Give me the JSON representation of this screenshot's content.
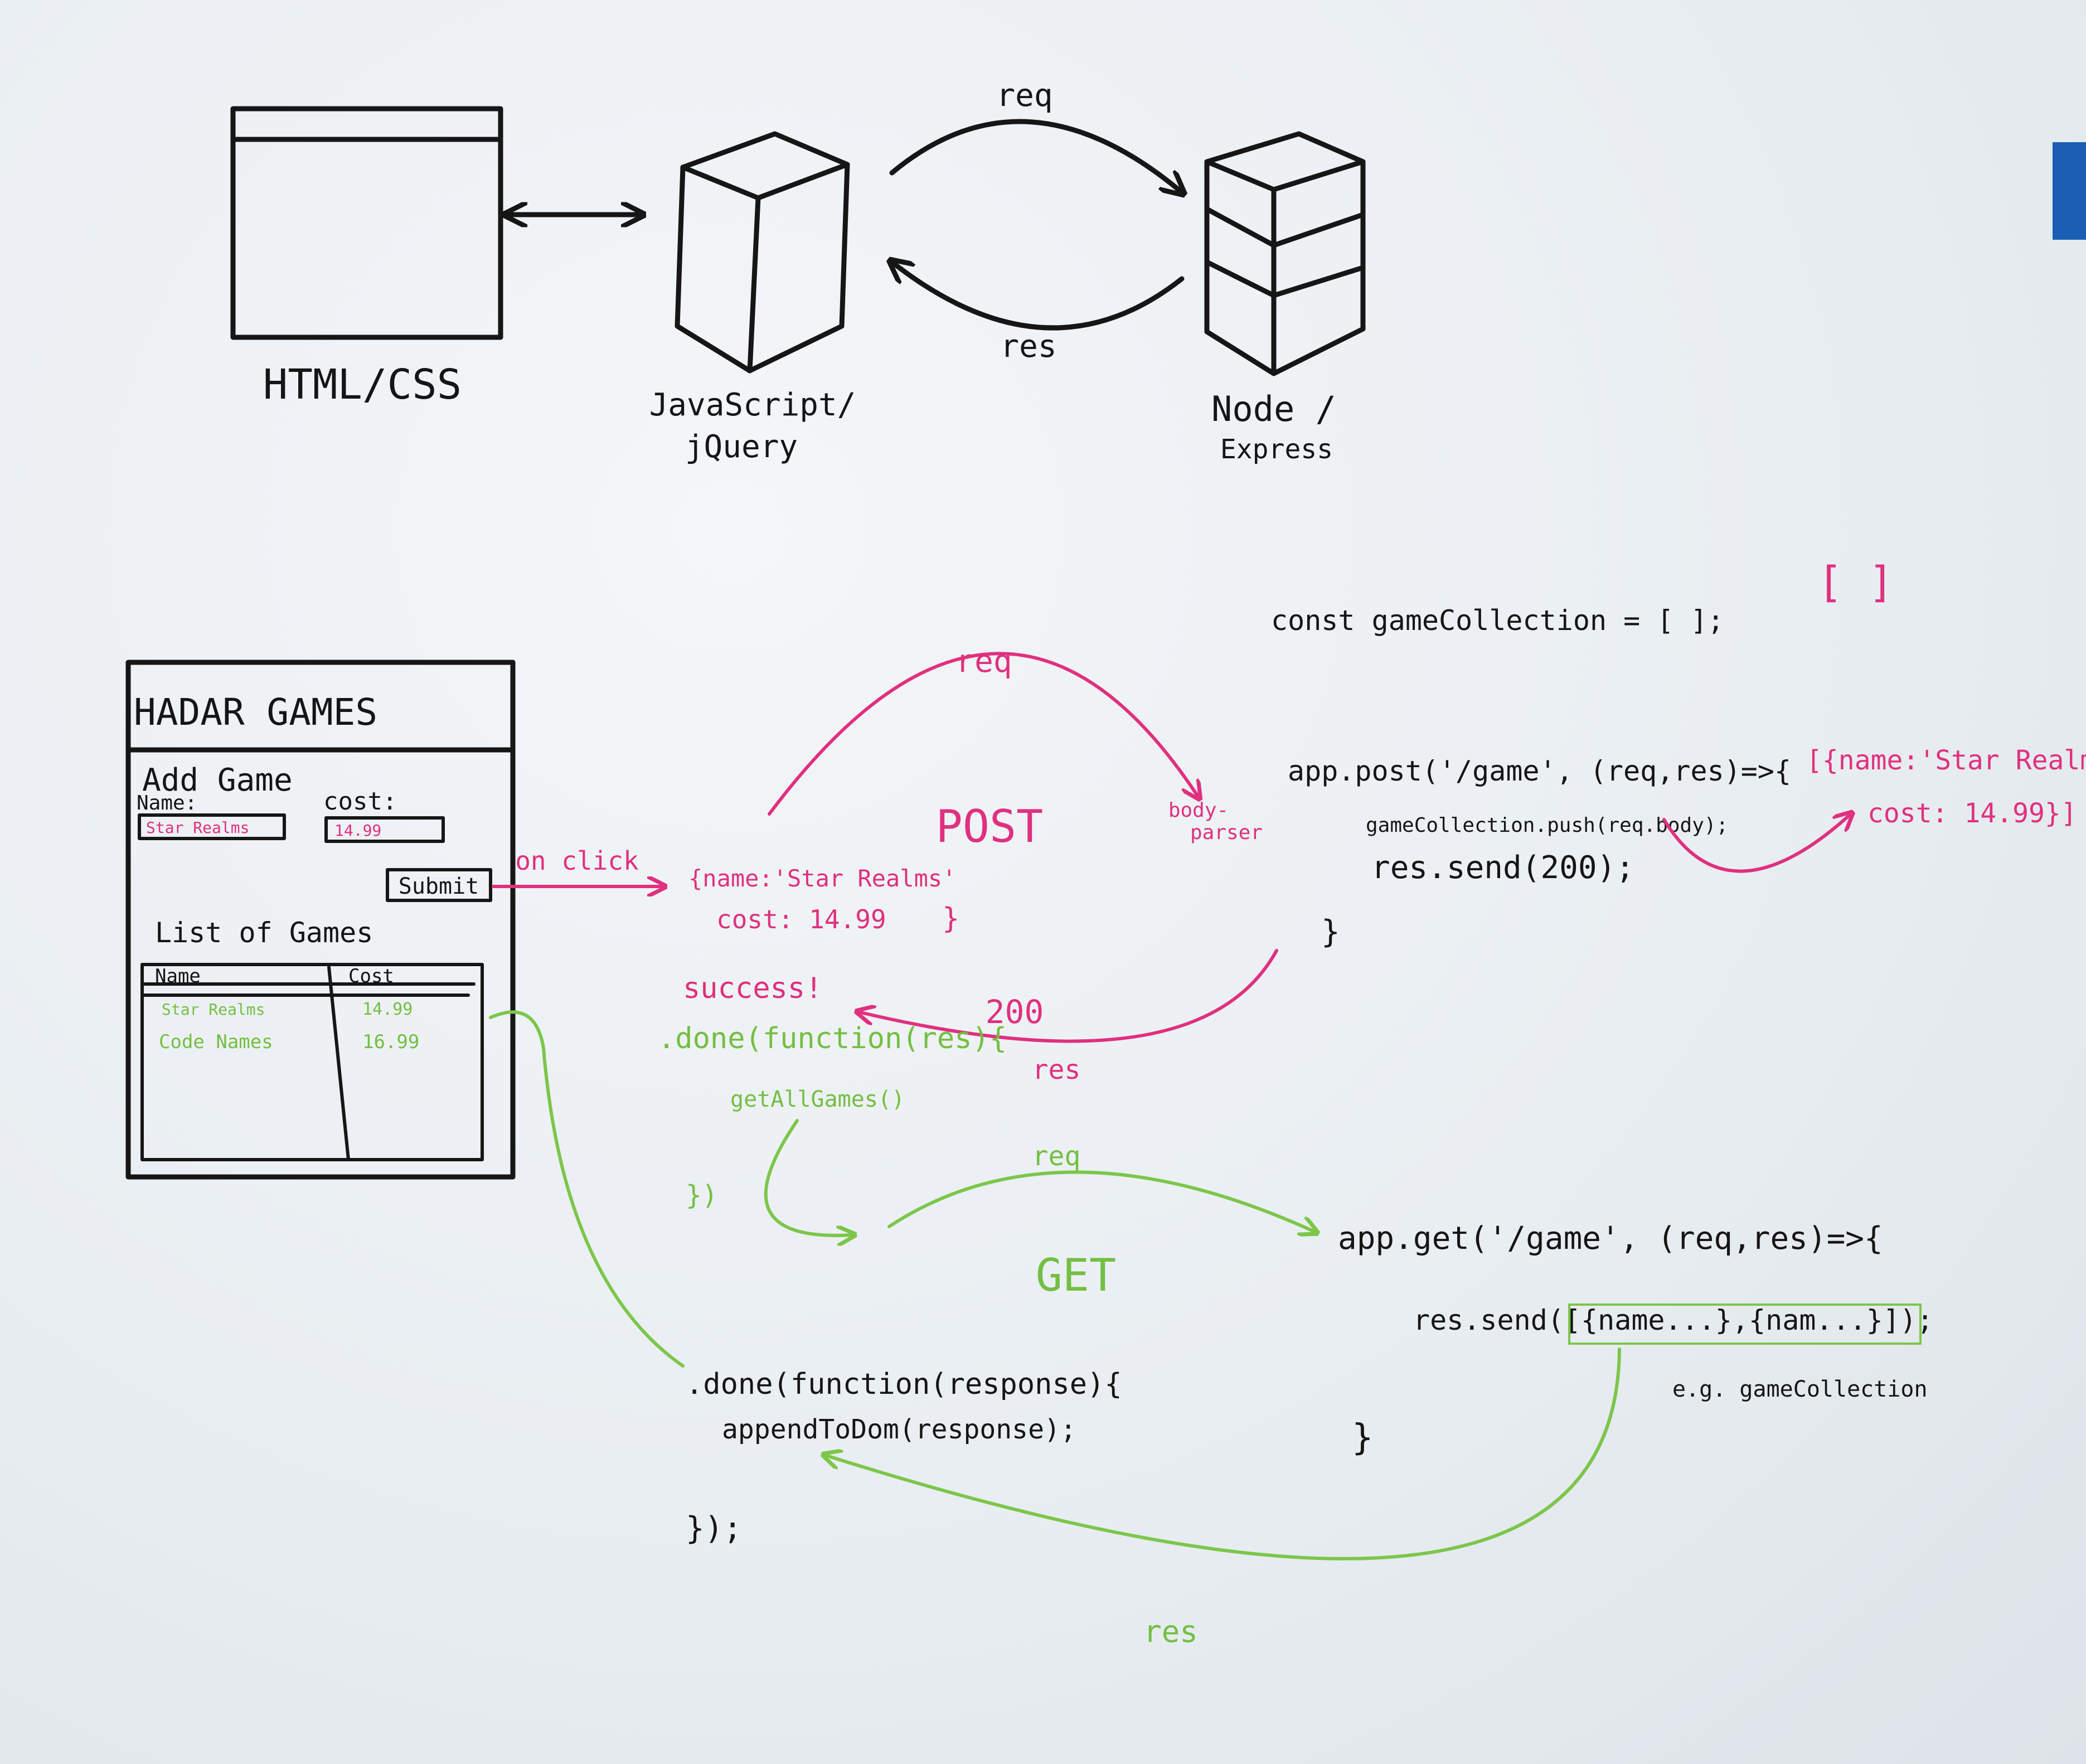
{
  "top": {
    "html_label": "HTML/CSS",
    "js_label_1": "JavaScript/",
    "js_label_2": "jQuery",
    "node_label_1": "Node /",
    "node_label_2": "Express",
    "req_label": "req",
    "res_label": "res"
  },
  "mockup": {
    "title": "HADAR GAMES",
    "add_heading": "Add Game",
    "name_label": "Name:",
    "cost_label": "cost:",
    "name_value": "Star Realms",
    "cost_value": "14.99",
    "submit_label": "Submit",
    "list_heading": "List of Games",
    "col_name": "Name",
    "col_cost": "Cost",
    "rows": [
      {
        "name": "Star Realms",
        "cost": "14.99"
      },
      {
        "name": "Code Names",
        "cost": "16.99"
      }
    ]
  },
  "post_flow": {
    "on_click": "on click",
    "req": "req",
    "method": "POST",
    "body_parser_1": "body-",
    "body_parser_2": "parser",
    "obj_line1": "{name:'Star Realms'",
    "obj_line2": "cost: 14.99",
    "obj_close": "}",
    "success": "success!",
    "status": "200",
    "res": "res",
    "done": ".done(function(res){",
    "get_all": "getAllGames()",
    "done_close": "})"
  },
  "server_code": {
    "const_line": "const gameCollection = [ ];",
    "post_line": "app.post('/game', (req,res)=>{",
    "push_line": "gameCollection.push(req.body);",
    "send_line": "res.send(200);",
    "post_close": "}",
    "get_line": "app.get('/game', (req,res)=>{",
    "get_send": "res.send([{name...},{nam...}]);",
    "example": "e.g. gameCollection",
    "get_close": "}"
  },
  "collection_notes": {
    "empty": "[          ]",
    "filled_1": "[{name:'Star Realms'",
    "filled_2": "cost: 14.99}]"
  },
  "get_flow": {
    "req": "req",
    "method": "GET",
    "res": "res",
    "done": ".done(function(response){",
    "append": "appendToDom(response);",
    "close": "});"
  },
  "colors": {
    "ink_black": "#161616",
    "ink_pink": "#e0307f",
    "ink_green": "#7cc64a",
    "ink_blue": "#1a5fb4"
  }
}
